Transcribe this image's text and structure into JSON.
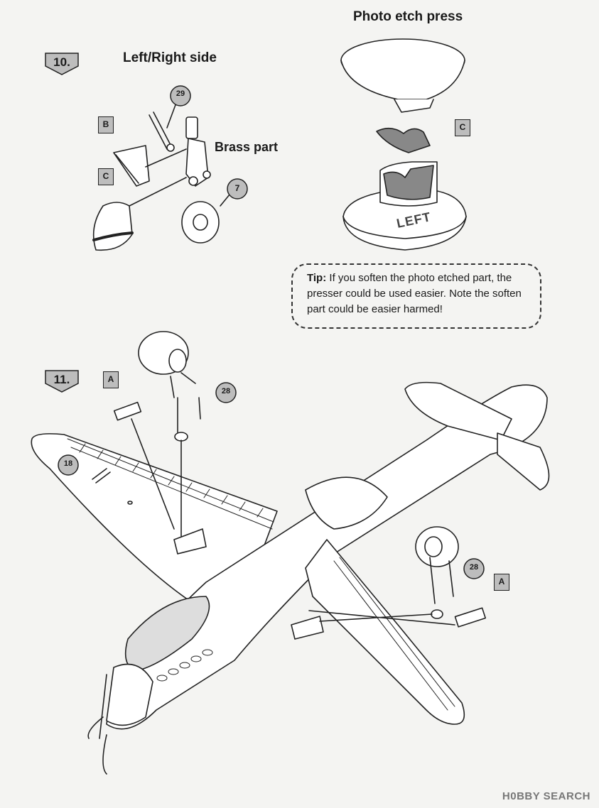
{
  "steps": {
    "step10": {
      "number": "10.",
      "title": "Left/Right side"
    },
    "step11": {
      "number": "11."
    }
  },
  "press": {
    "title": "Photo etch press",
    "base_label": "LEFT"
  },
  "labels": {
    "brass_part": "Brass part",
    "part_29": "29",
    "part_7": "7",
    "part_28a": "28",
    "part_28b": "28",
    "part_18": "18",
    "tag_b": "B",
    "tag_c1": "C",
    "tag_c2": "C",
    "tag_a1": "A",
    "tag_a2": "A"
  },
  "tip": {
    "label": "Tip",
    "text": "If you soften the photo etched part, the presser could be used easier. Note the soften part could be easier harmed!"
  },
  "watermark": {
    "brand": "H0BBY SEARCH"
  }
}
